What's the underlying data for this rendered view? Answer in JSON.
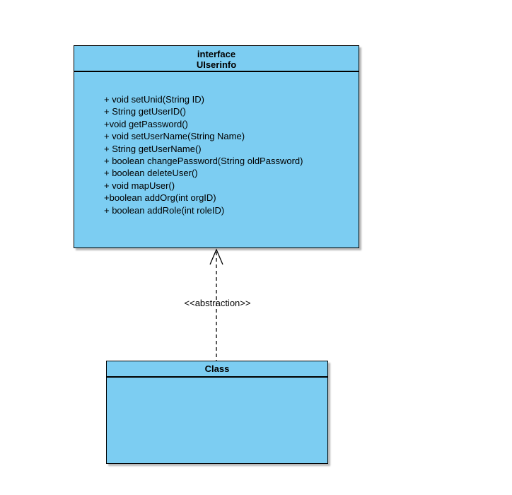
{
  "diagram": {
    "type": "uml-class-diagram",
    "background": "#ffffff"
  },
  "interface_node": {
    "stereotype": "interface",
    "name": "UIserinfo",
    "methods": [
      "+ void setUnid(String ID)",
      "+ String getUserID()",
      "+void getPassword()",
      "+ void setUserName(String Name)",
      "+ String getUserName()",
      "+ boolean changePassword(String oldPassword)",
      "+ boolean deleteUser()",
      "+ void mapUser()",
      "+boolean addOrg(int orgID)",
      "+ boolean addRole(int roleID)"
    ],
    "fill": "#7CCDF2",
    "border_color": "#000000"
  },
  "dependency": {
    "label": "<<abstraction>>",
    "line_style": "dashed",
    "arrowhead": "open",
    "color": "#000000"
  },
  "class_node": {
    "name": "Class",
    "fill": "#7CCDF2",
    "border_color": "#000000"
  }
}
